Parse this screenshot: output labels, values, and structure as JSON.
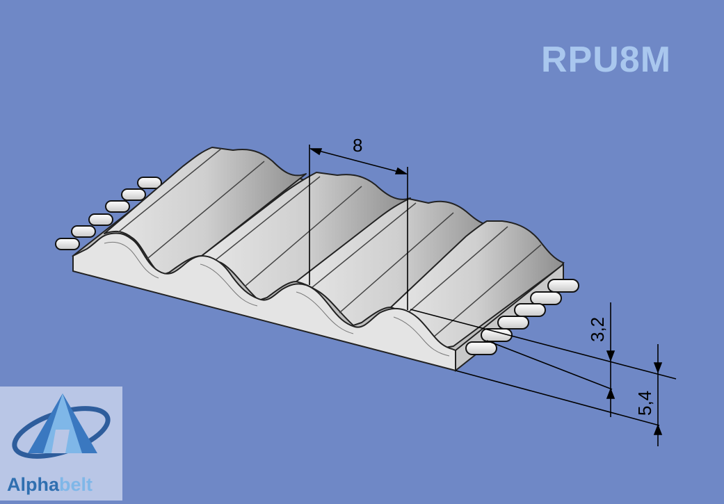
{
  "title": "RPU8M",
  "dimensions": {
    "pitch": "8",
    "tooth_height": "3,2",
    "total_height": "5,4"
  },
  "logo": {
    "part1": "Alpha",
    "part2": "belt"
  },
  "colors": {
    "background": "#6f88c6",
    "title": "#a9c7ee",
    "belt": "#e4e4e4",
    "logo_dark": "#2f6fb0",
    "logo_light": "#7fb7e8"
  }
}
